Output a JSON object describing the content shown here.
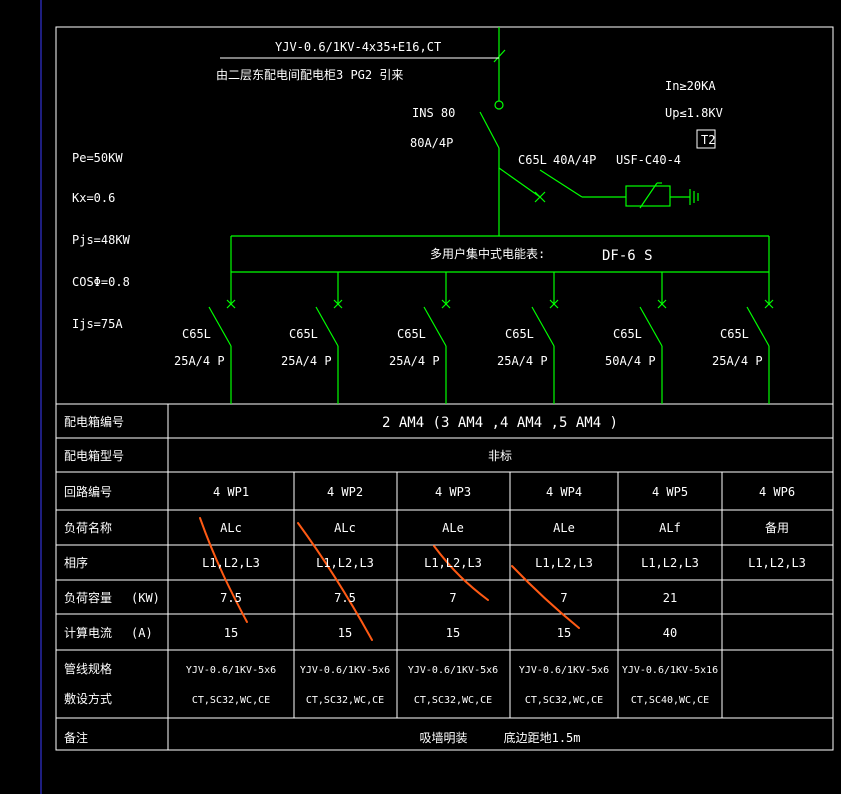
{
  "colors": {
    "background": "#000000",
    "frame": "#ffffff",
    "circuit": "#00ff00",
    "annotation": "#ff5a14",
    "edge": "#3b3bff"
  },
  "feed": {
    "cable": "YJV-0.6/1KV-4x35+E16,CT",
    "source": "由二层东配电间配电柜3 PG2 引来"
  },
  "main_switch": {
    "model": "INS 80",
    "rating": "80A/4P"
  },
  "spd": {
    "in": "In≥20KA",
    "up": "Up≤1.8KV",
    "class": "T2",
    "breaker_model": "C65L",
    "breaker_rating": "40A/4P",
    "device": "USF-C40-4"
  },
  "meter": {
    "label": "多用户集中式电能表:",
    "model": "DF-6 S"
  },
  "params": {
    "pe": "Pe=50KW",
    "kx": "Kx=0.6",
    "pjs": "Pjs=48KW",
    "cos": "COSΦ=0.8",
    "ijs": "Ijs=75A"
  },
  "branches": [
    {
      "model": "C65L",
      "rating": "25A/4 P"
    },
    {
      "model": "C65L",
      "rating": "25A/4 P"
    },
    {
      "model": "C65L",
      "rating": "25A/4 P"
    },
    {
      "model": "C65L",
      "rating": "25A/4 P"
    },
    {
      "model": "C65L",
      "rating": "50A/4 P"
    },
    {
      "model": "C65L",
      "rating": "25A/4 P"
    }
  ],
  "table": {
    "box_no_label": "配电箱编号",
    "box_no_value": "2 AM4 (3 AM4 ,4 AM4 ,5 AM4 )",
    "box_type_label": "配电箱型号",
    "box_type_value": "非标",
    "circuit_label": "回路编号",
    "load_name_label": "负荷名称",
    "phase_label": "相序",
    "capacity_label": "负荷容量",
    "capacity_unit": "(KW)",
    "current_label": "计算电流",
    "current_unit": "(A)",
    "cable_label": "管线规格",
    "laying_label": "敷设方式",
    "remark_label": "备注",
    "remark_value": "吸墙明装     底边距地1.5m",
    "columns": [
      {
        "circuit": "4 WP1",
        "load": "ALc",
        "phase": "L1,L2,L3",
        "capacity": "7.5",
        "current": "15",
        "cable": "YJV-0.6/1KV-5x6",
        "laying": "CT,SC32,WC,CE"
      },
      {
        "circuit": "4 WP2",
        "load": "ALc",
        "phase": "L1,L2,L3",
        "capacity": "7.5",
        "current": "15",
        "cable": "YJV-0.6/1KV-5x6",
        "laying": "CT,SC32,WC,CE"
      },
      {
        "circuit": "4 WP3",
        "load": "ALe",
        "phase": "L1,L2,L3",
        "capacity": "7",
        "current": "15",
        "cable": "YJV-0.6/1KV-5x6",
        "laying": "CT,SC32,WC,CE"
      },
      {
        "circuit": "4 WP4",
        "load": "ALe",
        "phase": "L1,L2,L3",
        "capacity": "7",
        "current": "15",
        "cable": "YJV-0.6/1KV-5x6",
        "laying": "CT,SC32,WC,CE"
      },
      {
        "circuit": "4 WP5",
        "load": "ALf",
        "phase": "L1,L2,L3",
        "capacity": "21",
        "current": "40",
        "cable": "YJV-0.6/1KV-5x16",
        "laying": "CT,SC40,WC,CE"
      },
      {
        "circuit": "4 WP6",
        "load": "备用",
        "phase": "L1,L2,L3",
        "capacity": "",
        "current": "",
        "cable": "",
        "laying": ""
      }
    ]
  }
}
